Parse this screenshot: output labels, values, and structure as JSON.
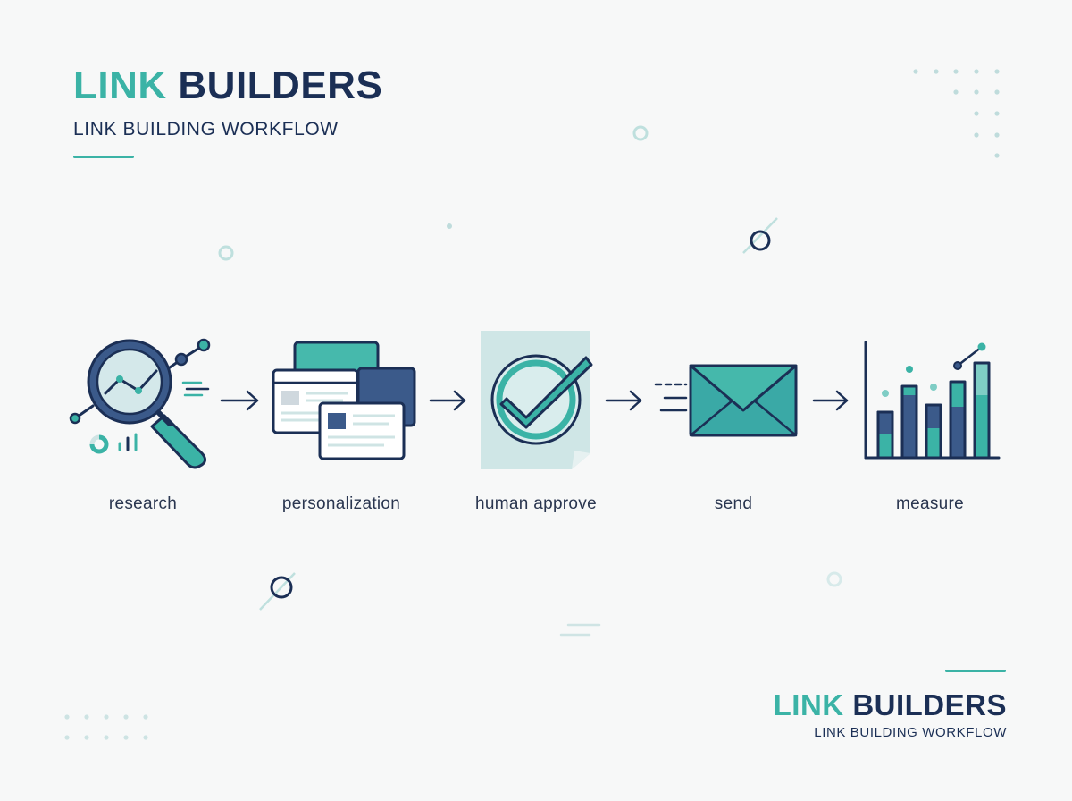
{
  "brand": {
    "word1": "LINK",
    "word2": "BUILDERS",
    "subtitle": "LINK BUILDING WORKFLOW"
  },
  "steps": [
    {
      "label": "research",
      "icon": "magnifier-chart-icon"
    },
    {
      "label": "personalization",
      "icon": "browser-cards-icon"
    },
    {
      "label": "human approve",
      "icon": "document-check-icon"
    },
    {
      "label": "send",
      "icon": "envelope-icon"
    },
    {
      "label": "measure",
      "icon": "bar-chart-icon"
    }
  ],
  "colors": {
    "teal": "#3bb3a6",
    "navy": "#1b2f55",
    "light_teal": "#cfe6e6",
    "background": "#f7f8f8"
  }
}
